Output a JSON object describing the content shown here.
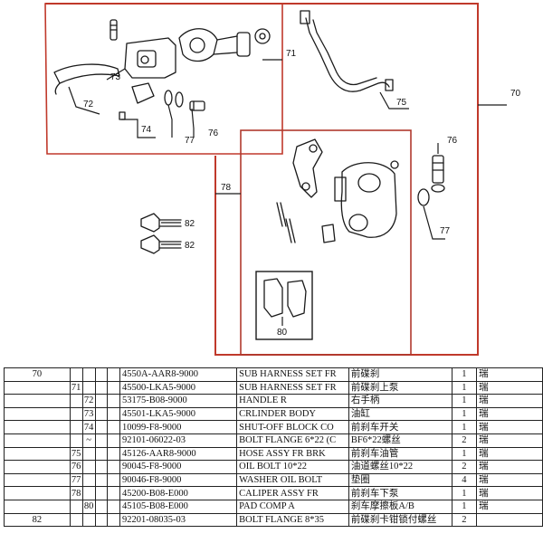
{
  "diagram": {
    "callouts": {
      "c70": "70",
      "c71": "71",
      "c72": "72",
      "c73": "73",
      "c74": "74",
      "c75": "75",
      "c76a": "76",
      "c76b": "76",
      "c77a": "77",
      "c77b": "77",
      "c78": "78",
      "c80": "80",
      "c82a": "82",
      "c82b": "82"
    },
    "colors": {
      "frame": "#c0392b",
      "inner_frame": "#b03a2e",
      "ink": "#1a1a1a"
    }
  },
  "table": {
    "rows": [
      {
        "l0": "70",
        "l1": "",
        "l2": "",
        "l3": "",
        "part": "4550A-AAR8-9000",
        "name_en": "SUB HARNESS SET FR",
        "name_cn": "前碟刹",
        "qty": "1",
        "tail": "瑞"
      },
      {
        "l0": "",
        "l1": "71",
        "l2": "",
        "l3": "",
        "part": "45500-LKA5-9000",
        "name_en": "SUB HARNESS SET FR",
        "name_cn": "前碟刹上泵",
        "qty": "1",
        "tail": "瑞"
      },
      {
        "l0": "",
        "l1": "",
        "l2": "72",
        "l3": "",
        "part": "53175-B08-9000",
        "name_en": "HANDLE R",
        "name_cn": "右手柄",
        "qty": "1",
        "tail": "瑞"
      },
      {
        "l0": "",
        "l1": "",
        "l2": "73",
        "l3": "",
        "part": "45501-LKA5-9000",
        "name_en": "CRLINDER BODY",
        "name_cn": "油缸",
        "qty": "1",
        "tail": "瑞"
      },
      {
        "l0": "",
        "l1": "",
        "l2": "74",
        "l3": "",
        "part": "10099-F8-9000",
        "name_en": "SHUT-OFF BLOCK CO",
        "name_cn": "前刹车开关",
        "qty": "1",
        "tail": "瑞"
      },
      {
        "l0": "",
        "l1": "",
        "l2": "~",
        "l3": "",
        "part": "92101-06022-03",
        "name_en": "BOLT FLANGE 6*22 (C",
        "name_cn": "BF6*22螺丝",
        "qty": "2",
        "tail": "瑞"
      },
      {
        "l0": "",
        "l1": "75",
        "l2": "",
        "l3": "",
        "part": "45126-AAR8-9000",
        "name_en": "HOSE ASSY FR BRK",
        "name_cn": "前刹车油管",
        "qty": "1",
        "tail": "瑞"
      },
      {
        "l0": "",
        "l1": "76",
        "l2": "",
        "l3": "",
        "part": "90045-F8-9000",
        "name_en": "OIL BOLT 10*22",
        "name_cn": "油道螺丝10*22",
        "qty": "2",
        "tail": "瑞"
      },
      {
        "l0": "",
        "l1": "77",
        "l2": "",
        "l3": "",
        "part": "90046-F8-9000",
        "name_en": "WASHER OIL BOLT",
        "name_cn": "垫圈",
        "qty": "4",
        "tail": "瑞"
      },
      {
        "l0": "",
        "l1": "78",
        "l2": "",
        "l3": "",
        "part": "45200-B08-E000",
        "name_en": "CALIPER ASSY FR",
        "name_cn": "前刹车下泵",
        "qty": "1",
        "tail": "瑞"
      },
      {
        "l0": "",
        "l1": "",
        "l2": "80",
        "l3": "",
        "part": "45105-B08-E000",
        "name_en": "PAD COMP A",
        "name_cn": "刹车摩擦板A/B",
        "qty": "1",
        "tail": "瑞"
      },
      {
        "l0": "82",
        "l1": "",
        "l2": "",
        "l3": "",
        "part": "92201-08035-03",
        "name_en": "BOLT FLANGE 8*35",
        "name_cn": "前碟刹卡钳锁付螺丝",
        "qty": "2",
        "tail": ""
      }
    ]
  }
}
